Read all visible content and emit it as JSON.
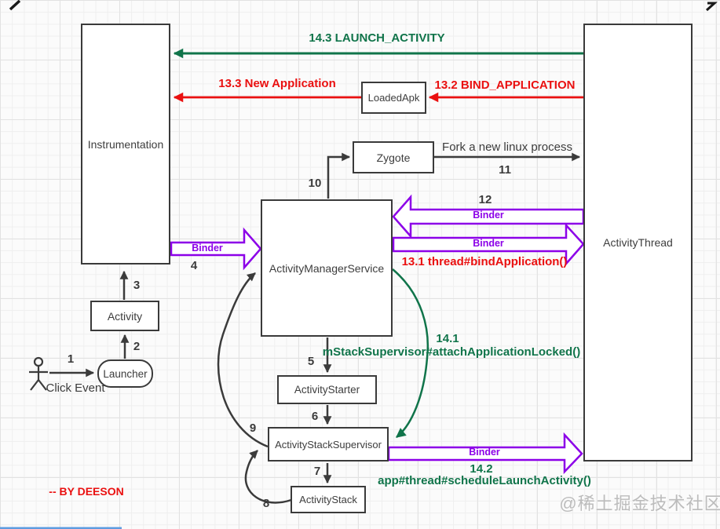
{
  "nodes": {
    "instrumentation": "Instrumentation",
    "activityThread": "ActivityThread",
    "loadedApk": "LoadedApk",
    "zygote": "Zygote",
    "ams": "ActivityManagerService",
    "activity": "Activity",
    "launcher": "Launcher",
    "activityStarter": "ActivityStarter",
    "activityStackSupervisor": "ActivityStackSupervisor",
    "activityStack": "ActivityStack"
  },
  "edges": {
    "launchActivity": "14.3  LAUNCH_ACTIVITY",
    "newApplication": "13.3  New Application",
    "bindApplication": "13.2  BIND_APPLICATION",
    "fork": "Fork a new linux process",
    "binder": "Binder",
    "threadBindApplication": "13.1  thread#bindApplication()",
    "attachStep": "14.1",
    "attachApplicationLocked": "mStackSupervisor#attachApplicationLocked()",
    "scheduleStep": "14.2",
    "scheduleLaunchActivity": "app#thread#scheduleLaunchActivity()"
  },
  "steps": {
    "s1": "1",
    "s2": "2",
    "s3": "3",
    "s4": "4",
    "s5": "5",
    "s6": "6",
    "s7": "7",
    "s8": "8",
    "s9": "9",
    "s10": "10",
    "s11": "11",
    "s12": "12"
  },
  "annotations": {
    "clickEvent": "Click Event",
    "byline": "-- BY DEESON",
    "watermark": "@稀土掘金技术社区"
  },
  "colors": {
    "green": "#10744a",
    "red": "#ea1010",
    "purple": "#8c00e8",
    "ink": "#3b3b3b",
    "watermarkGray": "#bcbcbc",
    "bottomEdgeBlue": "#5e9ce0"
  }
}
